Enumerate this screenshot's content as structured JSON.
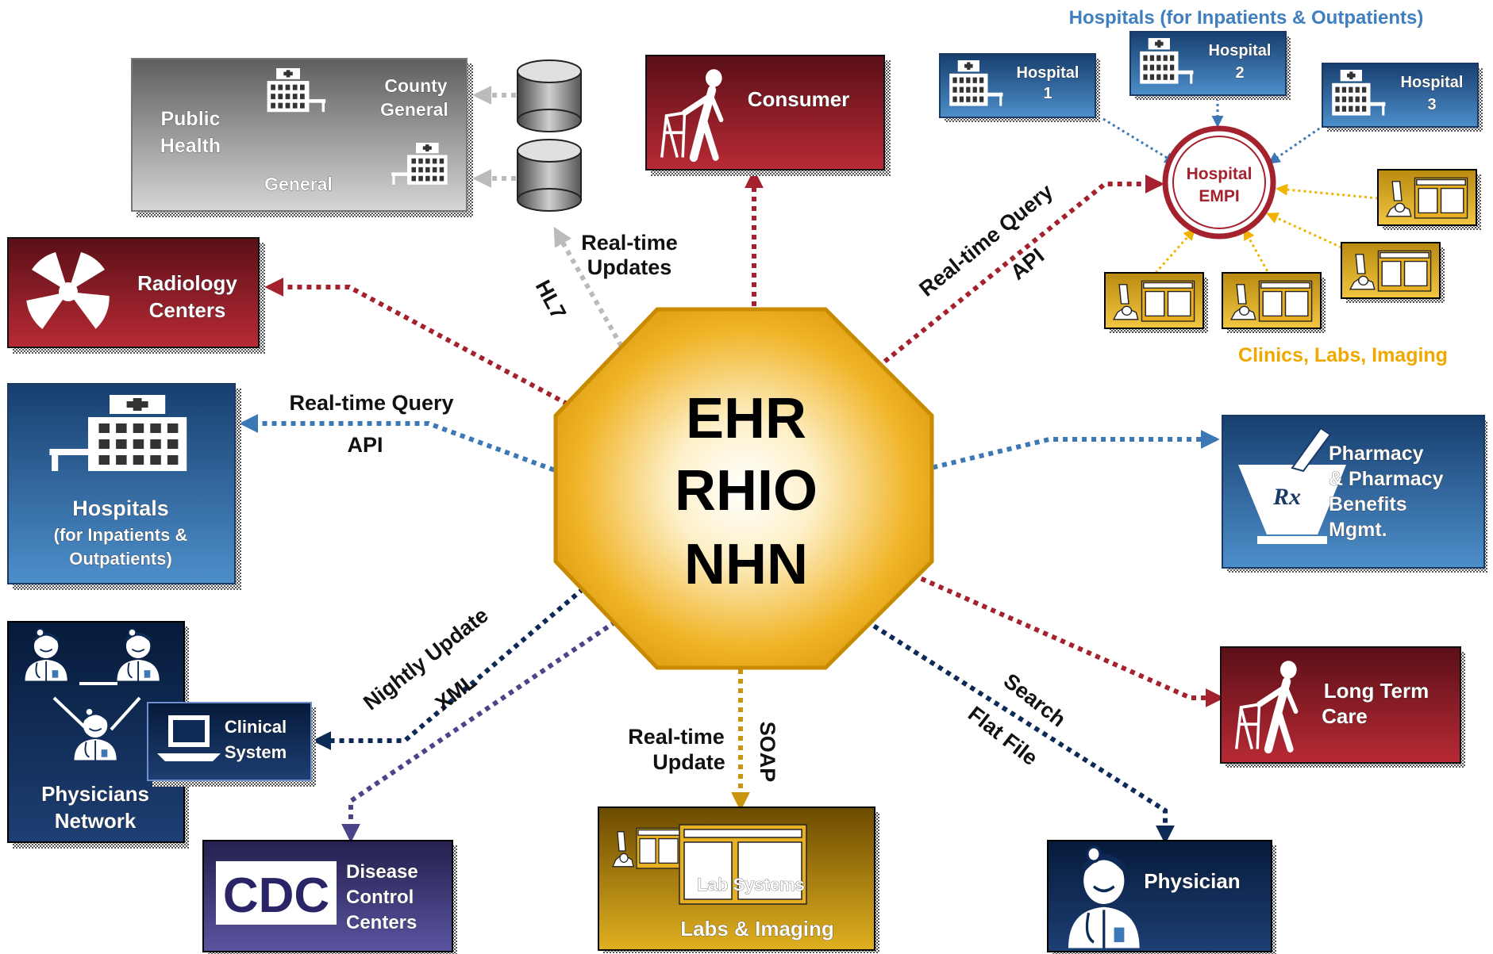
{
  "center": {
    "line1": "EHR",
    "line2": "RHIO",
    "line3": "NHN"
  },
  "nodes": {
    "public_health": {
      "title_line1": "Public",
      "title_line2": "Health",
      "county_line1": "County",
      "county_line2": "General",
      "general": "General"
    },
    "consumer": {
      "label": "Consumer"
    },
    "radiology": {
      "line1": "Radiology",
      "line2": "Centers"
    },
    "hospitals_left": {
      "line1": "Hospitals",
      "line2": "(for Inpatients &",
      "line3": "Outpatients)"
    },
    "physicians_network": {
      "line1": "Physicians",
      "line2": "Network",
      "clinical_line1": "Clinical",
      "clinical_line2": "System"
    },
    "cdc": {
      "logo": "CDC",
      "line1": "Disease",
      "line2": "Control",
      "line3": "Centers"
    },
    "labs": {
      "lab_systems": "Lab Systems",
      "label": "Labs & Imaging"
    },
    "physician": {
      "label": "Physician"
    },
    "long_term_care": {
      "line1": "Long Term",
      "line2": "Care"
    },
    "pharmacy": {
      "line1": "Pharmacy",
      "line2": "& Pharmacy",
      "line3": "Benefits",
      "line4": "Mgmt.",
      "rx": "Rx"
    },
    "hospital_cluster": {
      "title": "Hospitals (for Inpatients & Outpatients)",
      "hospitals": [
        {
          "name": "Hospital",
          "num": "1"
        },
        {
          "name": "Hospital",
          "num": "2"
        },
        {
          "name": "Hospital",
          "num": "3"
        }
      ],
      "empi_line1": "Hospital",
      "empi_line2": "EMPI"
    },
    "clinics": {
      "label": "Clinics, Labs, Imaging"
    }
  },
  "connections": {
    "hl7": "HL7",
    "realtime_updates_1": "Real-time",
    "realtime_updates_2": "Updates",
    "rtq_left_1": "Real-time Query",
    "rtq_left_2": "API",
    "rtq_right_1": "Real-time Query",
    "rtq_right_2": "API",
    "nightly_1": "Nightly Update",
    "nightly_2": "XML",
    "rt_update_1": "Real-time",
    "rt_update_2": "Update",
    "soap": "SOAP",
    "search_1": "Search",
    "search_2": "Flat File"
  },
  "colors": {
    "red": "#a3222e",
    "blue": "#3b78b5",
    "navy": "#0d2a57",
    "purple": "#403a7a",
    "gold": "#c9950f",
    "gray": "#a8a8a8",
    "orange_text": "#f0a800",
    "blue_text": "#3f7fbf"
  }
}
